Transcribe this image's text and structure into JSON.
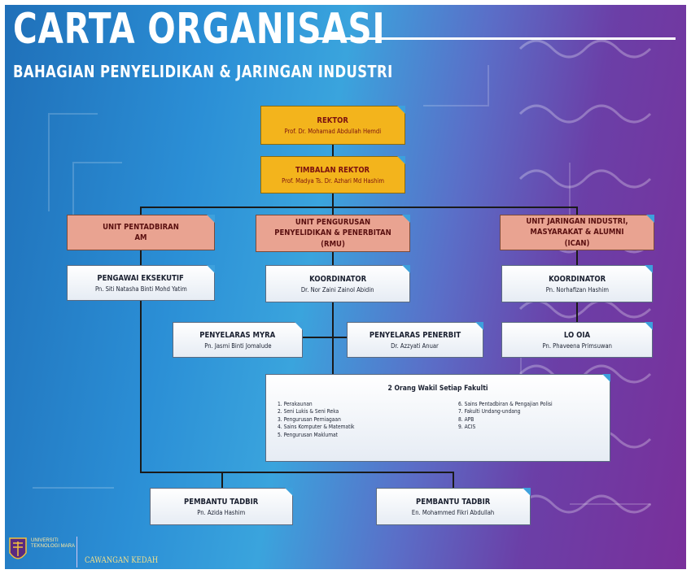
{
  "header": {
    "title": "CARTA ORGANISASI",
    "subtitle": "BAHAGIAN PENYELIDIKAN & JARINGAN INDUSTRI"
  },
  "rektor": {
    "title": "REKTOR",
    "name": "Prof. Dr. Mohamad Abdullah Hemdi"
  },
  "timbalan": {
    "title": "TIMBALAN REKTOR",
    "name": "Prof. Madya Ts. Dr. Azhari Md Hashim"
  },
  "units": [
    {
      "title": "UNIT PENTADBIRAN AM"
    },
    {
      "title": "UNIT PENGURUSAN PENYELIDIKAN & PENERBITAN (RMU)"
    },
    {
      "title": "UNIT JARINGAN INDUSTRI, MASYARAKAT & ALUMNI (ICAN)"
    }
  ],
  "staff": {
    "pengawai": {
      "title": "PENGAWAI EKSEKUTIF",
      "name": "Pn. Siti Natasha Binti Mohd Yatim"
    },
    "koordinator_rmu": {
      "title": "KOORDINATOR",
      "name": "Dr. Nor Zaini Zainol Abidin"
    },
    "koordinator_ican": {
      "title": "KOORDINATOR",
      "name": "Pn. Norhafizan Hashim"
    },
    "myra": {
      "title": "PENYELARAS MYRA",
      "name": "Pn. Jasmi Binti Jomalude"
    },
    "penerbit": {
      "title": "PENYELARAS PENERBIT",
      "name": "Dr. Azzyati Anuar"
    },
    "lo_oia": {
      "title": "LO OIA",
      "name": "Pn. Phaveena Primsuwan"
    },
    "pembantu1": {
      "title": "PEMBANTU TADBIR",
      "name": "Pn. Azida Hashim"
    },
    "pembantu2": {
      "title": "PEMBANTU TADBIR",
      "name": "En. Mohammed Fikri Abdullah"
    }
  },
  "faculty": {
    "title": "2 Orang Wakil Setiap Fakulti",
    "left": [
      "1. Perakaunan",
      "2. Seni Lukis & Seni Reka",
      "3. Pengurusan Perniagaan",
      "4. Sains Komputer & Matematik",
      "5. Pengurusan Maklumat"
    ],
    "right": [
      "6. Sains Pentadbiran & Pengajian Polisi",
      "7. Fakulti Undang-undang",
      "8. APB",
      "9. ACIS"
    ]
  },
  "footer": {
    "logo_text": "UNIVERSITI TEKNOLOGI MARA",
    "tagline": "CAWANGAN KEDAH"
  },
  "colors": {
    "executive": "#f3b41c",
    "unit": "#e9a391",
    "staff": "#ffffff",
    "connector": "#1a1a1a"
  }
}
